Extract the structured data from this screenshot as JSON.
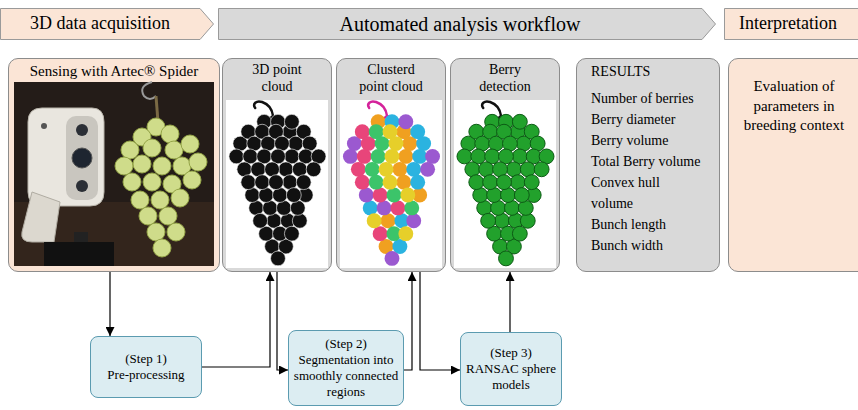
{
  "diagram": {
    "nodes": [
      {
        "text": [
          "3D data acquisition"
        ]
      },
      {
        "text": [
          "Automated analysis workflow"
        ]
      },
      {
        "text": [
          "Interpretation"
        ]
      },
      {
        "text": [
          "Sensing with Artec® Spider"
        ]
      },
      {
        "text": [
          "3D point cloud"
        ]
      },
      {
        "text": [
          "Clusterd point cloud"
        ]
      },
      {
        "text": [
          "Berry detection"
        ]
      },
      {
        "text": [
          "RESULTS",
          "Number of berries",
          "Berry diameter",
          "Berry volume",
          "Total Berry volume",
          "Convex hull volume",
          "Bunch length",
          "Bunch width"
        ]
      },
      {
        "text": [
          "Evaluation of parameters in breeding context"
        ]
      },
      {
        "text": [
          "(Step 1)",
          "Pre-processing"
        ]
      },
      {
        "text": [
          "(Step 2)",
          "Segmentation into smoothly connected regions"
        ]
      },
      {
        "text": [
          "(Step 3)",
          "RANSAC sphere models"
        ]
      }
    ],
    "edges": [
      {
        "from": 3,
        "to": 9,
        "arrow": "to"
      },
      {
        "from": 9,
        "to": 4,
        "arrow": "to"
      },
      {
        "from": 4,
        "to": 10,
        "arrow": "to"
      },
      {
        "from": 10,
        "to": 5,
        "arrow": "to"
      },
      {
        "from": 5,
        "to": 11,
        "arrow": "to"
      },
      {
        "from": 11,
        "to": 6,
        "arrow": "to"
      }
    ]
  }
}
